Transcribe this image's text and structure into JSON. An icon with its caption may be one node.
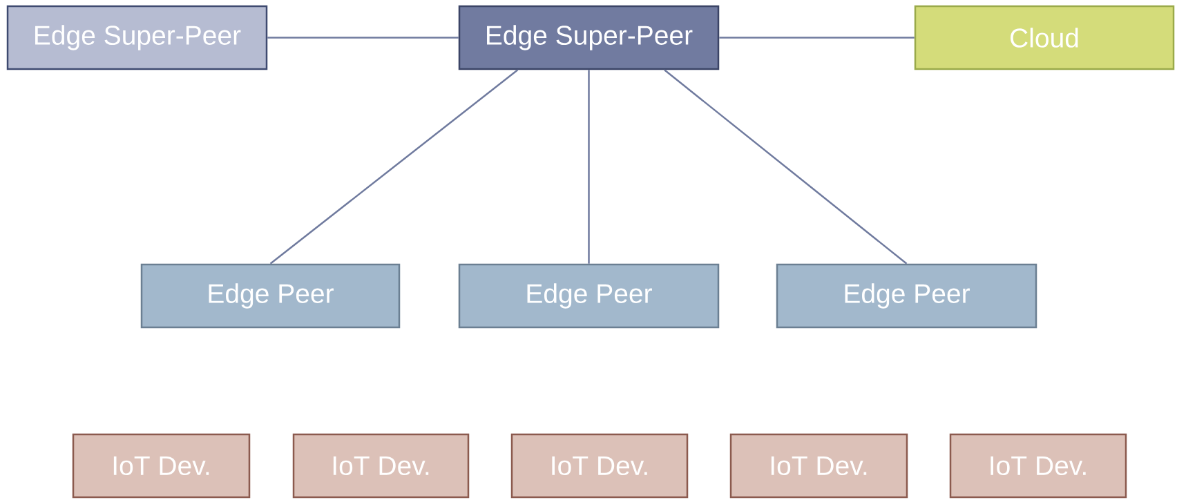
{
  "diagram": {
    "nodes": [
      {
        "text": [
          "Edge Super-Peer"
        ]
      },
      {
        "text": [
          "Edge Super-Peer"
        ]
      },
      {
        "text": [
          "Cloud"
        ]
      },
      {
        "text": [
          "Edge Peer"
        ]
      },
      {
        "text": [
          "Edge Peer"
        ]
      },
      {
        "text": [
          "Edge Peer"
        ]
      },
      {
        "text": [
          "IoT Dev."
        ]
      },
      {
        "text": [
          "IoT Dev."
        ]
      },
      {
        "text": [
          "IoT Dev."
        ]
      },
      {
        "text": [
          "IoT Dev."
        ]
      },
      {
        "text": [
          "IoT Dev."
        ]
      }
    ],
    "edges": [
      {
        "from": 0,
        "to": 1,
        "arrow": "none"
      },
      {
        "from": 1,
        "to": 2,
        "arrow": "none"
      },
      {
        "from": 1,
        "to": 3,
        "arrow": "none"
      },
      {
        "from": 1,
        "to": 4,
        "arrow": "none"
      },
      {
        "from": 1,
        "to": 5,
        "arrow": "none"
      }
    ]
  }
}
